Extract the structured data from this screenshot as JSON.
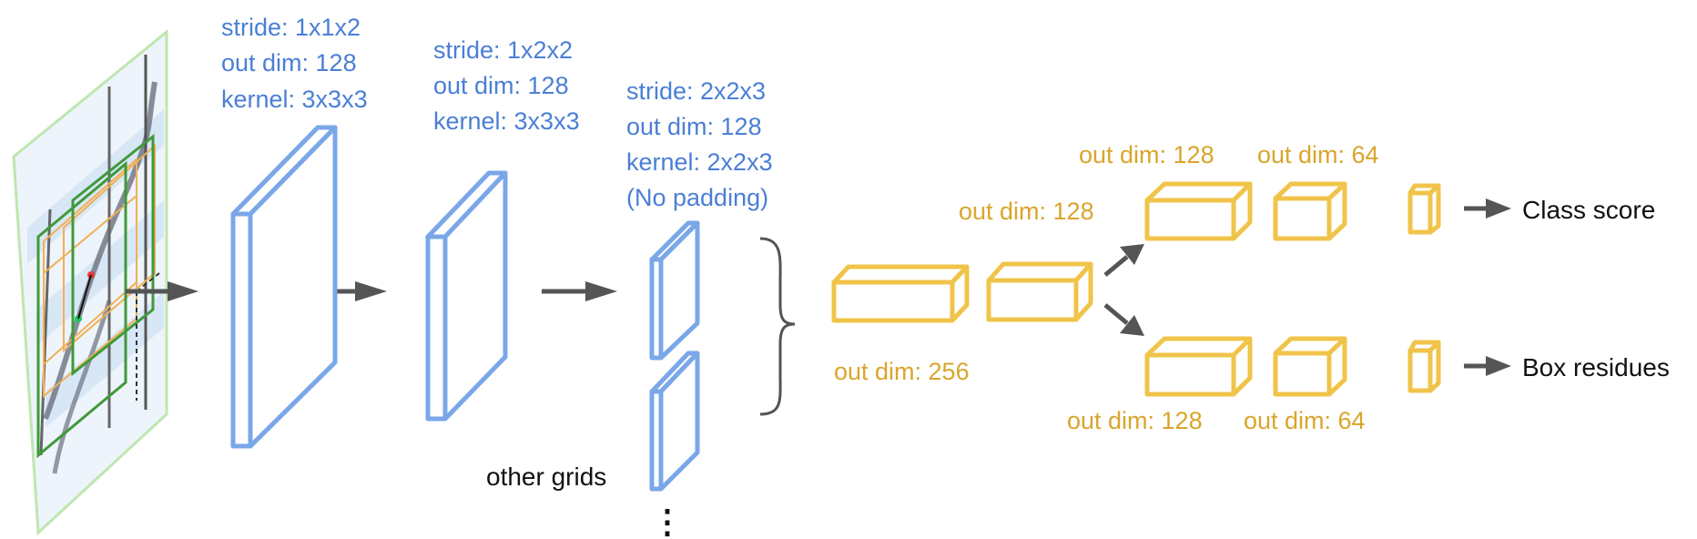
{
  "conv_layers": [
    {
      "stride": "stride: 1x1x2",
      "out_dim": "out dim: 128",
      "kernel": "kernel: 3x3x3"
    },
    {
      "stride": "stride: 1x2x2",
      "out_dim": "out dim: 128",
      "kernel": "kernel: 3x3x3"
    },
    {
      "stride": "stride: 2x2x3",
      "out_dim": "out dim: 128",
      "kernel": "kernel: 2x2x3",
      "note": "(No padding)"
    }
  ],
  "other_grids_label": "other grids",
  "ellipsis": "⋮",
  "fc_trunk": {
    "out_dim_256": "out dim: 256",
    "out_dim_128": "out dim: 128"
  },
  "branch_top": {
    "out_dim_128": "out dim: 128",
    "out_dim_64": "out dim: 64",
    "output_label": "Class score"
  },
  "branch_bottom": {
    "out_dim_128": "out dim: 128",
    "out_dim_64": "out dim: 64",
    "output_label": "Box residues"
  },
  "colors": {
    "conv": "#7aa7e8",
    "conv_text": "#4a7fd6",
    "fc": "#f0c44a",
    "fc_text": "#d9a52b",
    "arrow": "#555555"
  }
}
